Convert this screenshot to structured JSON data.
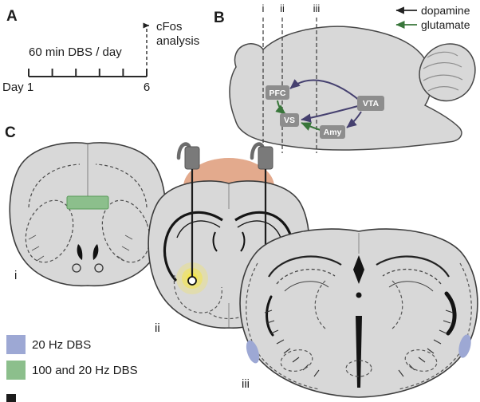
{
  "colors": {
    "brain_fill": "#d8d8d8",
    "brain_stroke": "#474747",
    "region_box": "#8d8d8d",
    "dopamine": "#222222",
    "glutamate": "#38763a",
    "projection_purple": "#45406f",
    "dbs_blue": "#9da8d4",
    "dbs_green": "#8cbf8c",
    "stim_yellow": "#f4e64e",
    "headcap_orange": "#e3aa8d"
  },
  "panel_a": {
    "label": "A",
    "treatment": "60 min DBS / day",
    "analysis_line1": "cFos",
    "analysis_line2": "analysis",
    "day_start": "Day 1",
    "day_end": "6"
  },
  "panel_b": {
    "label": "B",
    "plane_labels": [
      "i",
      "ii",
      "iii"
    ],
    "legend": [
      {
        "label": "dopamine"
      },
      {
        "label": "glutamate"
      }
    ],
    "regions": [
      "PFC",
      "VS",
      "Amy",
      "VTA"
    ]
  },
  "panel_c": {
    "label": "C",
    "plane_labels": [
      "i",
      "ii",
      "iii"
    ],
    "legend": [
      {
        "label": "20 Hz DBS"
      },
      {
        "label": "100 and 20 Hz DBS"
      }
    ]
  }
}
